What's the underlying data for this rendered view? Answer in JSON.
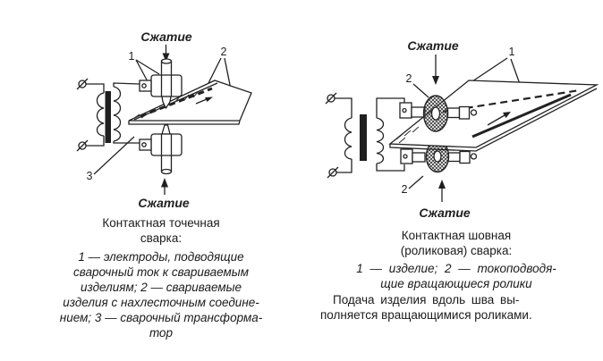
{
  "colors": {
    "ink": "#1f1f1f",
    "paper": "#ffffff"
  },
  "left_figure": {
    "labels": {
      "compression_top": "Сжатие",
      "compression_bottom": "Сжатие",
      "callout_1": "1",
      "callout_2": "2",
      "callout_3": "3"
    },
    "caption": {
      "title_lines": [
        "Контактная точечная",
        "сварка:"
      ],
      "legend_lines": [
        "1 — электроды, подводящие",
        "сварочный ток к свариваемым",
        "изделиям; 2 — свариваемые",
        "изделия с нахлесточным соедине-",
        "нием; 3 — сварочный трансформа-",
        "тор"
      ]
    }
  },
  "right_figure": {
    "labels": {
      "compression_top": "Сжатие",
      "compression_bottom": "Сжатие",
      "callout_1": "1",
      "callout_2_top": "2",
      "callout_2_bottom": "2"
    },
    "caption": {
      "title_lines": [
        "Контактная шовная",
        "(роликовая) сварка:"
      ],
      "legend_lines": [
        "1 — изделие; 2 — токоподводя-",
        "щие вращающиеся ролики"
      ],
      "note_lines": [
        "Подача изделия вдоль шва вы-",
        "полняется вращающимися роликами."
      ]
    }
  }
}
